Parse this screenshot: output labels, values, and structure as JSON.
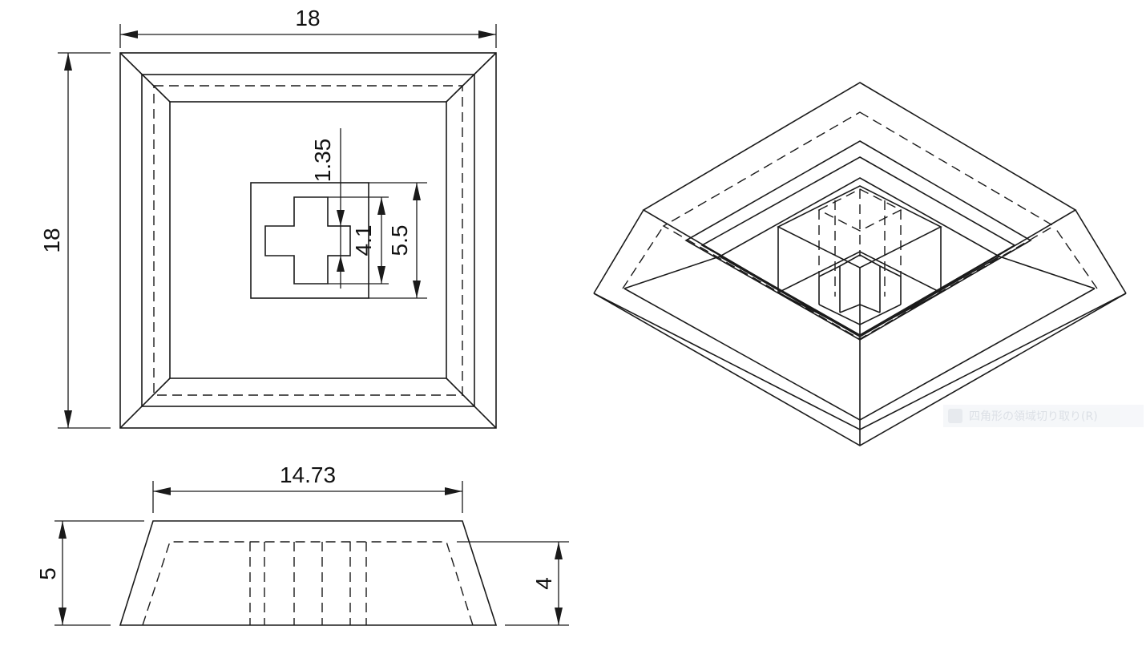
{
  "top_view": {
    "dim_width": "18",
    "dim_height": "18",
    "dim_cross_gap": "1.35",
    "dim_cross_size": "4.1",
    "dim_stem_size": "5.5"
  },
  "side_view": {
    "dim_top_width": "14.73",
    "dim_total_height": "5",
    "dim_inner_height": "4"
  },
  "overlay": {
    "tooltip_text": "四角形の領域切り取り(R)"
  }
}
